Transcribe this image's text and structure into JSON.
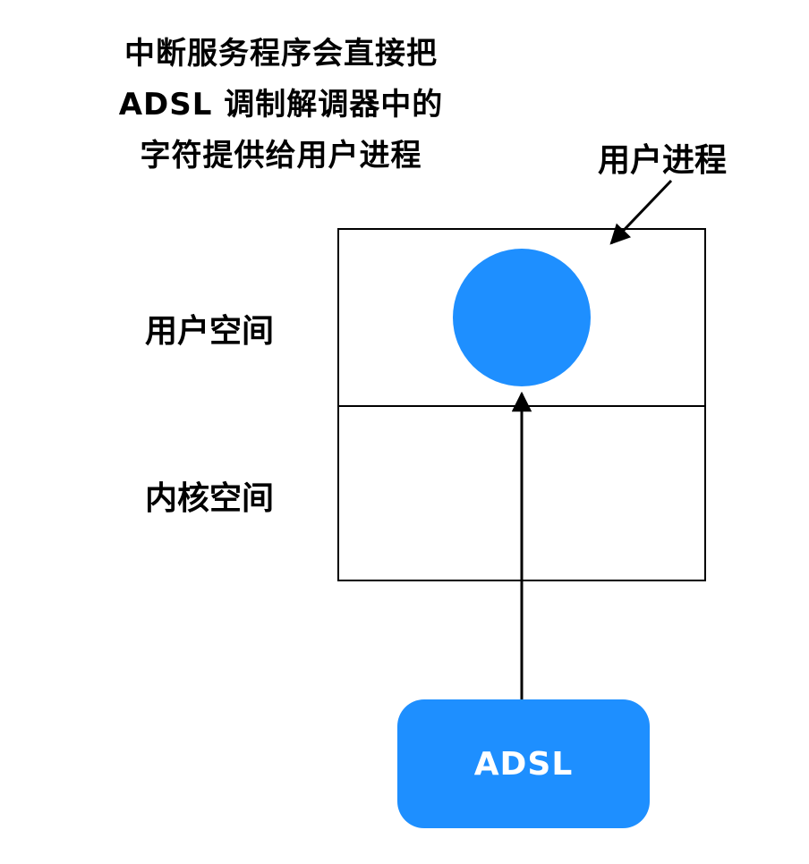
{
  "diagram": {
    "caption_line1": "中断服务程序会直接把",
    "caption_line2": "ADSL 调制解调器中的",
    "caption_line3": "字符提供给用户进程",
    "user_process_label": "用户进程",
    "user_space_label": "用户空间",
    "kernel_space_label": "内核空间",
    "adsl_label": "ADSL",
    "colors": {
      "accent_blue": "#1E8FFF",
      "line": "#000000",
      "adsl_text": "#FFFFFF",
      "background": "#FFFFFF"
    }
  }
}
